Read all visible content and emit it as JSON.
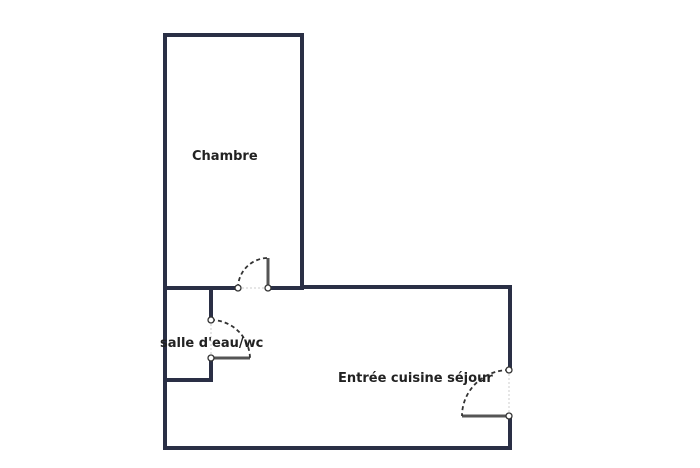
{
  "rooms": {
    "bedroom": "Chambre",
    "bathroom": "salle d'eau/wc",
    "living": "Entrée cuisine séjour"
  },
  "colors": {
    "wall": "#2a2f45",
    "background": "#ffffff"
  }
}
